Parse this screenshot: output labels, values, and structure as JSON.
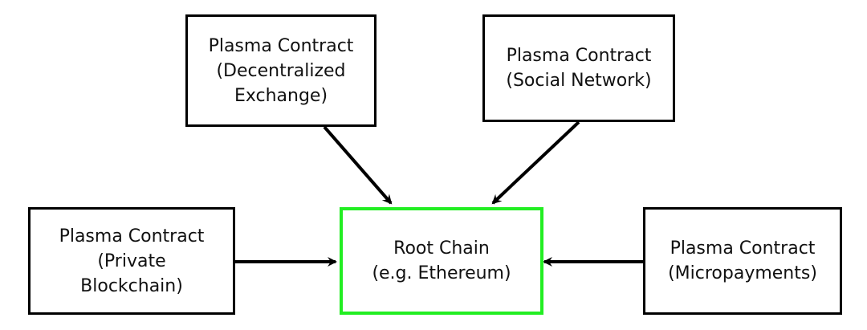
{
  "diagram": {
    "nodes": {
      "dex": {
        "lines": [
          "Plasma Contract",
          "(Decentralized",
          "Exchange)"
        ]
      },
      "social": {
        "lines": [
          "Plasma Contract",
          "(Social Network)"
        ]
      },
      "private": {
        "lines": [
          "Plasma Contract",
          "(Private",
          "Blockchain)"
        ]
      },
      "root": {
        "lines": [
          "Root Chain",
          "(e.g. Ethereum)"
        ]
      },
      "micro": {
        "lines": [
          "Plasma Contract",
          "(Micropayments)"
        ]
      }
    },
    "colors": {
      "root_border": "#22ee22",
      "box_border": "#000000",
      "arrow": "#000000"
    }
  }
}
